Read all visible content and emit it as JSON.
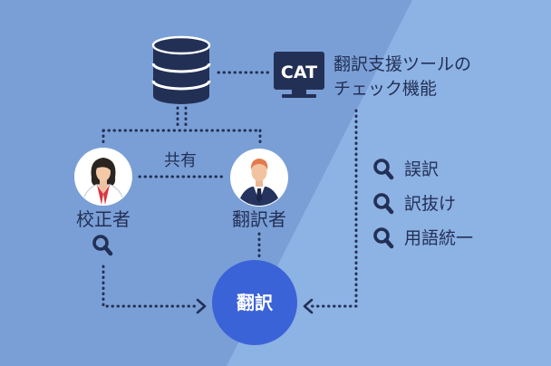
{
  "cat_tool": {
    "screen_label": "CAT",
    "caption_lines": [
      "翻訳支援ツールの",
      "チェック機能"
    ]
  },
  "share_label": "共有",
  "proofreader": {
    "label": "校正者"
  },
  "translator": {
    "label": "翻訳者"
  },
  "translation": {
    "label": "翻訳"
  },
  "check_items": [
    {
      "label": "誤訳",
      "icon": "magnifier-icon"
    },
    {
      "label": "訳抜け",
      "icon": "magnifier-icon"
    },
    {
      "label": "用語統一",
      "icon": "magnifier-icon"
    }
  ],
  "icons": [
    "database-icon",
    "monitor-icon",
    "proofreader-avatar-icon",
    "translator-avatar-icon",
    "magnifier-icon"
  ],
  "colors": {
    "background": "#7a9fd6",
    "background_light": "#8db2e4",
    "ink": "#233056",
    "translation_circle": "#3b63d8"
  }
}
